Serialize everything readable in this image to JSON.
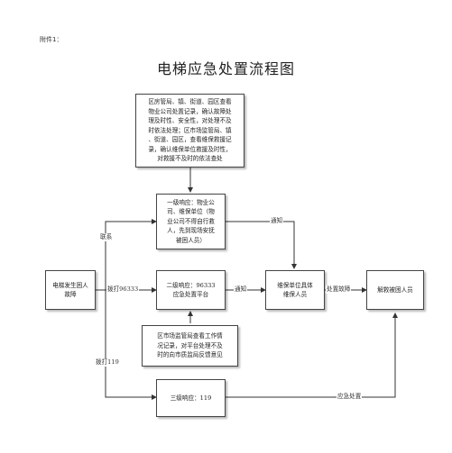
{
  "attachment_label": "附件1：",
  "title": "电梯应急处置流程图",
  "boxes": {
    "top_check": "区房管局、镇、街道、园区查看\n物业公司处置记录，确认故障处\n理及时性、安全性，对处理不及\n时依法处理；区市场监管局、镇\n、街道、园区，查看维保救援记\n录，确认维保单位救援及时性，\n对救援不及时的依法查处",
    "level1": "一级响应：物业公\n司、维保单位（物\n业公司不得自行救\n人，先到现场安抚\n被困人员）",
    "trapped": "电梯发生困人\n故障",
    "level2": "二级响应：96333\n应急处置平台",
    "maintenance": "维保单位具体\n维保人员",
    "rescue": "解救被困人员",
    "market_check": "区市场监管局查看工作情\n况记录，对平台处理不及\n时的向市质监局反馈意见",
    "level3": "三级响应：119"
  },
  "labels": {
    "contact": "联系",
    "dial_96333": "拨打96333",
    "dial_119": "拨打119",
    "notify_1": "通知",
    "notify_2": "通知",
    "handle_fault": "处置故障",
    "emergency_handling": "应急处置"
  }
}
